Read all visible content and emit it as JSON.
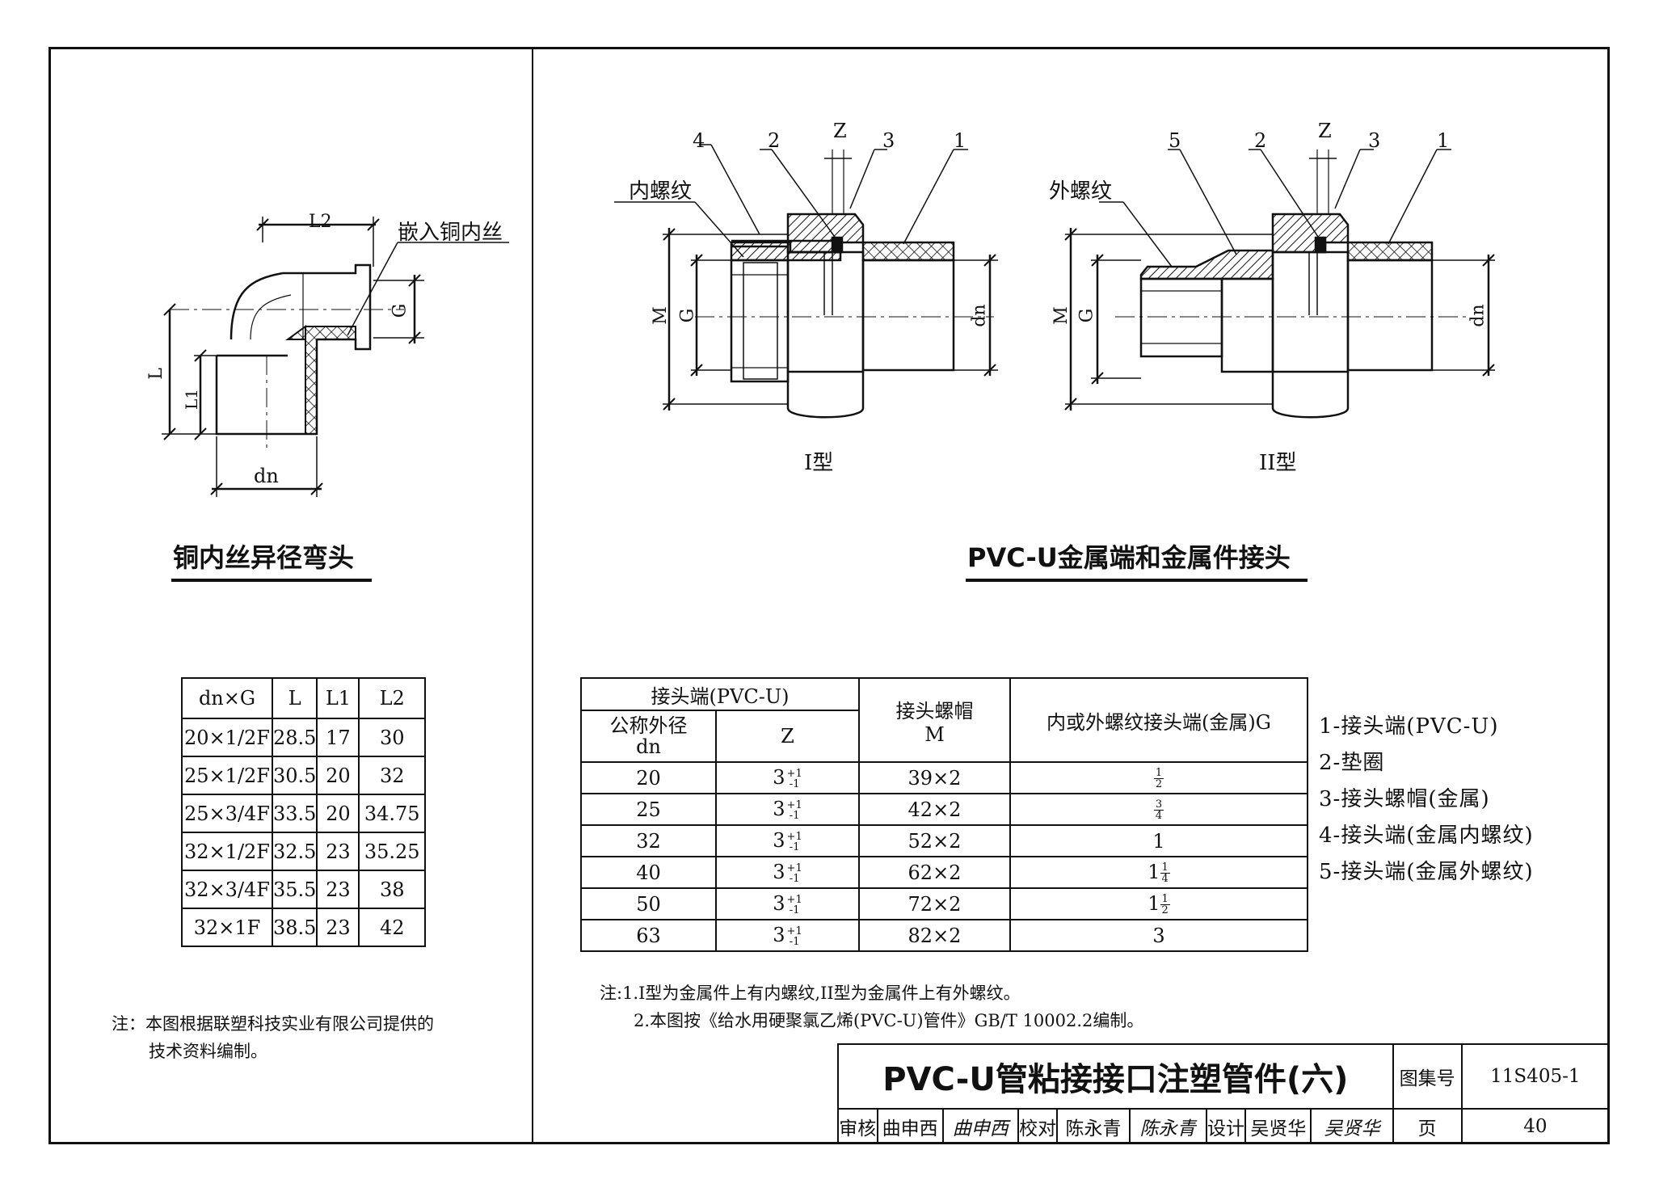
{
  "left": {
    "labels": {
      "L2": "L2",
      "embedded": "嵌入铜内丝",
      "G": "G",
      "L": "L",
      "L1": "L1",
      "dn": "dn"
    },
    "title": "铜内丝异径弯头",
    "table": {
      "headers": [
        "dn×G",
        "L",
        "L1",
        "L2"
      ],
      "rows": [
        [
          "20×1/2F",
          "28.5",
          "17",
          "30"
        ],
        [
          "25×1/2F",
          "30.5",
          "20",
          "32"
        ],
        [
          "25×3/4F",
          "33.5",
          "20",
          "34.75"
        ],
        [
          "32×1/2F",
          "32.5",
          "23",
          "35.25"
        ],
        [
          "32×3/4F",
          "35.5",
          "23",
          "38"
        ],
        [
          "32×1F",
          "38.5",
          "23",
          "42"
        ]
      ]
    },
    "note_line1": "注：本图根据联塑科技实业有限公司提供的",
    "note_line2": "技术资料编制。"
  },
  "right": {
    "diagram1": {
      "internal_thread": "内螺纹",
      "n4": "4",
      "n2": "2",
      "z": "Z",
      "n3": "3",
      "n1": "1",
      "m": "M",
      "g": "G",
      "dn": "dn",
      "type": "I型"
    },
    "diagram2": {
      "external_thread": "外螺纹",
      "n5": "5",
      "n2": "2",
      "z": "Z",
      "n3": "3",
      "n1": "1",
      "m": "M",
      "g": "G",
      "dn": "dn",
      "type": "II型"
    },
    "title": "PVC-U金属端和金属件接头",
    "table": {
      "h_joint": "接头端(PVC-U)",
      "h_od": "公称外径",
      "h_od2": "dn",
      "h_z": "Z",
      "h_nut": "接头螺帽",
      "h_nut2": "M",
      "h_g": "内或外螺纹接头端(金属)G",
      "rows": [
        {
          "dn": "20",
          "z": "3",
          "m": "39×2",
          "g_whole": "",
          "g_num": "1",
          "g_den": "2"
        },
        {
          "dn": "25",
          "z": "3",
          "m": "42×2",
          "g_whole": "",
          "g_num": "3",
          "g_den": "4"
        },
        {
          "dn": "32",
          "z": "3",
          "m": "52×2",
          "g_whole": "1",
          "g_num": "",
          "g_den": ""
        },
        {
          "dn": "40",
          "z": "3",
          "m": "62×2",
          "g_whole": "1",
          "g_num": "1",
          "g_den": "4"
        },
        {
          "dn": "50",
          "z": "3",
          "m": "72×2",
          "g_whole": "1",
          "g_num": "1",
          "g_den": "2"
        },
        {
          "dn": "63",
          "z": "3",
          "m": "82×2",
          "g_whole": "3",
          "g_num": "",
          "g_den": ""
        }
      ],
      "tol_plus": "+1",
      "tol_minus": "-1"
    },
    "legend": [
      "1-接头端(PVC-U)",
      "2-垫圈",
      "3-接头螺帽(金属)",
      "4-接头端(金属内螺纹)",
      "5-接头端(金属外螺纹)"
    ],
    "note_line1": "注:1.I型为金属件上有内螺纹,II型为金属件上有外螺纹。",
    "note_line2": "2.本图按《给水用硬聚氯乙烯(PVC-U)管件》GB/T 10002.2编制。"
  },
  "title_block": {
    "title": "PVC-U管粘接接口注塑管件(六)",
    "atlas_label": "图集号",
    "atlas_no": "11S405-1",
    "review_label": "审核",
    "reviewer": "曲申西",
    "review_sig": "曲申西",
    "check_label": "校对",
    "checker": "陈永青",
    "check_sig": "陈永青",
    "design_label": "设计",
    "designer": "吴贤华",
    "design_sig": "吴贤华",
    "page_label": "页",
    "page_no": "40"
  }
}
